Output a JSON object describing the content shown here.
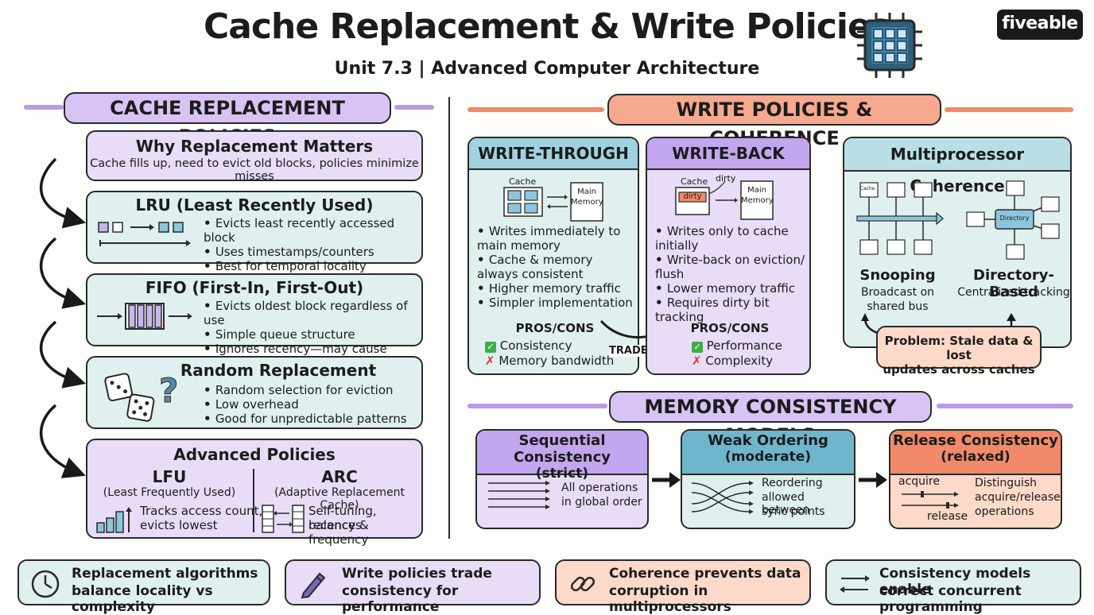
{
  "header": {
    "title": "Cache Replacement & Write Policies",
    "subtitle": "Unit 7.3 | Advanced Computer Architecture",
    "logo": "fiveable"
  },
  "left": {
    "heading": "CACHE REPLACEMENT POLICIES",
    "why": {
      "title": "Why Replacement Matters",
      "text": "Cache fills up, need to evict old blocks, policies minimize misses"
    },
    "lru": {
      "title": "LRU (Least Recently Used)",
      "bullets": [
        "Evicts least recently accessed block",
        "Uses timestamps/counters",
        "Best for temporal locality"
      ]
    },
    "fifo": {
      "title": "FIFO (First-In, First-Out)",
      "bullets": [
        "Evicts oldest block regardless of use",
        "Simple queue structure",
        "Ignores recency—may cause thrashing"
      ]
    },
    "random": {
      "title": "Random Replacement",
      "bullets": [
        "Random selection for eviction",
        "Low overhead",
        "Good for unpredictable patterns"
      ]
    },
    "advanced": {
      "title": "Advanced Policies",
      "lfu": {
        "name": "LFU",
        "full": "(Least Frequently Used)",
        "text1": "Tracks access count,",
        "text2": "evicts lowest"
      },
      "arc": {
        "name": "ARC",
        "full": "(Adaptive Replacement Cache)",
        "text1": "Self-tuning, balances",
        "text2": "recency & frequency"
      }
    }
  },
  "right": {
    "heading": "WRITE POLICIES & COHERENCE",
    "write_through": {
      "title": "WRITE-THROUGH",
      "cache_label": "Cache",
      "memory_label1": "Main",
      "memory_label2": "Memory",
      "bullets": [
        "Writes immediately to main memory",
        "Cache & memory always consistent",
        "Higher memory traffic",
        "Simpler implementation"
      ],
      "proscons": "PROS/CONS",
      "pro": "Consistency",
      "con": "Memory bandwidth"
    },
    "tradeoffs": "TRADE-OFFS",
    "write_back": {
      "title": "WRITE-BACK",
      "cache_label": "Cache",
      "dirty_tag": "dirty",
      "dirty_label": "dirty",
      "memory_label1": "Main",
      "memory_label2": "Memory",
      "bullets": [
        "Writes only to cache initially",
        "Write-back on eviction/ flush",
        "Lower memory traffic",
        "Requires dirty bit tracking"
      ],
      "proscons": "PROS/CONS",
      "pro": "Performance",
      "con": "Complexity"
    },
    "coherence": {
      "title": "Multiprocessor Coherence",
      "cache_chip": "Cache",
      "directory_chip": "Directory",
      "snooping": {
        "name": "Snooping",
        "desc1": "Broadcast on",
        "desc2": "shared bus"
      },
      "directory": {
        "name": "Directory-Based",
        "desc": "Centralized tracking"
      },
      "problem1": "Problem: Stale data & lost",
      "problem2": "updates across caches"
    },
    "memory_heading": "MEMORY CONSISTENCY MODELS",
    "models": [
      {
        "title": "Sequential Consistency",
        "level": "(strict)",
        "text1": "All operations",
        "text2": "in global order"
      },
      {
        "title": "Weak Ordering",
        "level": "(moderate)",
        "text1": "Reordering",
        "text2": "allowed between",
        "text3": "sync points"
      },
      {
        "title": "Release Consistency",
        "level": "(relaxed)",
        "acquire": "acquire",
        "release": "release",
        "text1": "Distinguish",
        "text2": "acquire/release",
        "text3": "operations"
      }
    ]
  },
  "footer": [
    {
      "icon": "clock-icon",
      "line1": "Replacement algorithms",
      "line2": "balance locality vs complexity",
      "color": "#dff0ef"
    },
    {
      "icon": "pen-icon",
      "line1": "Write policies trade",
      "line2": "consistency for performance",
      "color": "#e8dcf7"
    },
    {
      "icon": "link-icon",
      "line1": "Coherence prevents data",
      "line2": "corruption in multiprocessors",
      "color": "#fcd9c8"
    },
    {
      "icon": "arrows-icon",
      "line1": "Consistency models enable",
      "line2": "correct concurrent programming",
      "color": "#dff0ef"
    }
  ],
  "colors": {
    "purple": "#e8dcf7",
    "teal": "#dff0ef",
    "peach": "#fcd9c8",
    "orange": "#f08a6a",
    "violet": "#b99ae6",
    "blue": "#7fc3d6"
  }
}
